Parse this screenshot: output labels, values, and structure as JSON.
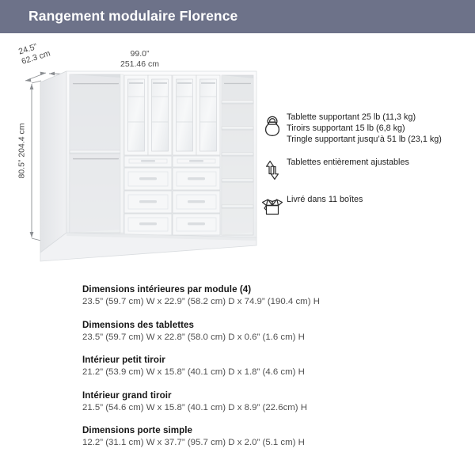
{
  "header": {
    "title": "Rangement modulaire Florence"
  },
  "dimensions": {
    "depth_in": "24.5”",
    "depth_cm": "62.3 cm",
    "width_in": "99.0”",
    "width_cm": "251.46 cm",
    "height_in": "80.5”",
    "height_cm": "204.4 cm"
  },
  "features": [
    {
      "icon": "kettlebell-icon",
      "lines": [
        "Tablette supportant 25 lb (11,3 kg)",
        "Tiroirs supportant 15 lb (6,8 kg)",
        "Tringle supportant jusqu’à 51 lb (23,1 kg)"
      ]
    },
    {
      "icon": "up-down-arrows-icon",
      "lines": [
        "Tablettes entièrement ajustables"
      ]
    },
    {
      "icon": "open-box-icon",
      "lines": [
        "Livré dans 11 boîtes"
      ]
    }
  ],
  "specs": [
    {
      "title": "Dimensions intérieures par module (4)",
      "value": "23.5” (59.7 cm) W x 22.9” (58.2 cm) D x 74.9” (190.4 cm) H"
    },
    {
      "title": "Dimensions des tablettes",
      "value": "23.5” (59.7 cm) W x 22.8” (58.0 cm) D x 0.6” (1.6 cm) H"
    },
    {
      "title": "Intérieur petit tiroir",
      "value": "21.2” (53.9 cm) W x 15.8” (40.1 cm) D x 1.8” (4.6 cm) H"
    },
    {
      "title": "Intérieur grand tiroir",
      "value": "21.5” (54.6 cm) W x 15.8” (40.1 cm) D x 8.9” (22.6cm) H"
    },
    {
      "title": "Dimensions porte simple",
      "value": "12.2” (31.1 cm) W x 37.7” (95.7 cm) D x 2.0” (5.1 cm) H"
    }
  ],
  "colors": {
    "header_bg": "#6d7289",
    "header_text": "#ffffff",
    "spec_title": "#161616",
    "spec_value": "#4f4f4f",
    "furniture_white": "#f2f3f4"
  }
}
